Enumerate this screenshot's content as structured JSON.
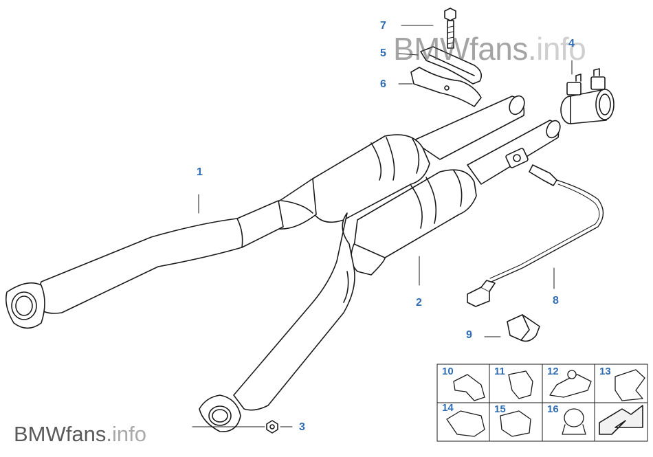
{
  "callouts": {
    "c1": "1",
    "c2": "2",
    "c3": "3",
    "c4": "4",
    "c5": "5",
    "c6": "6",
    "c7": "7",
    "c8": "8",
    "c9": "9"
  },
  "inset": {
    "cells": [
      {
        "label": "10",
        "icon": "hose-clip-icon"
      },
      {
        "label": "11",
        "icon": "bracket-clip-icon"
      },
      {
        "label": "12",
        "icon": "holder-plate-icon"
      },
      {
        "label": "13",
        "icon": "cable-clip-icon"
      },
      {
        "label": "14",
        "icon": "double-clip-icon"
      },
      {
        "label": "15",
        "icon": "wrap-clip-icon"
      },
      {
        "label": "16",
        "icon": "ring-clamp-icon"
      },
      {
        "label": "",
        "icon": "arrow-icon"
      }
    ]
  },
  "watermark": {
    "top_brand": "BMWfans",
    "top_dot": ".",
    "top_tld": "info",
    "bottom_brand": "BMWfans",
    "bottom_dot": ".",
    "bottom_tld": "info"
  }
}
